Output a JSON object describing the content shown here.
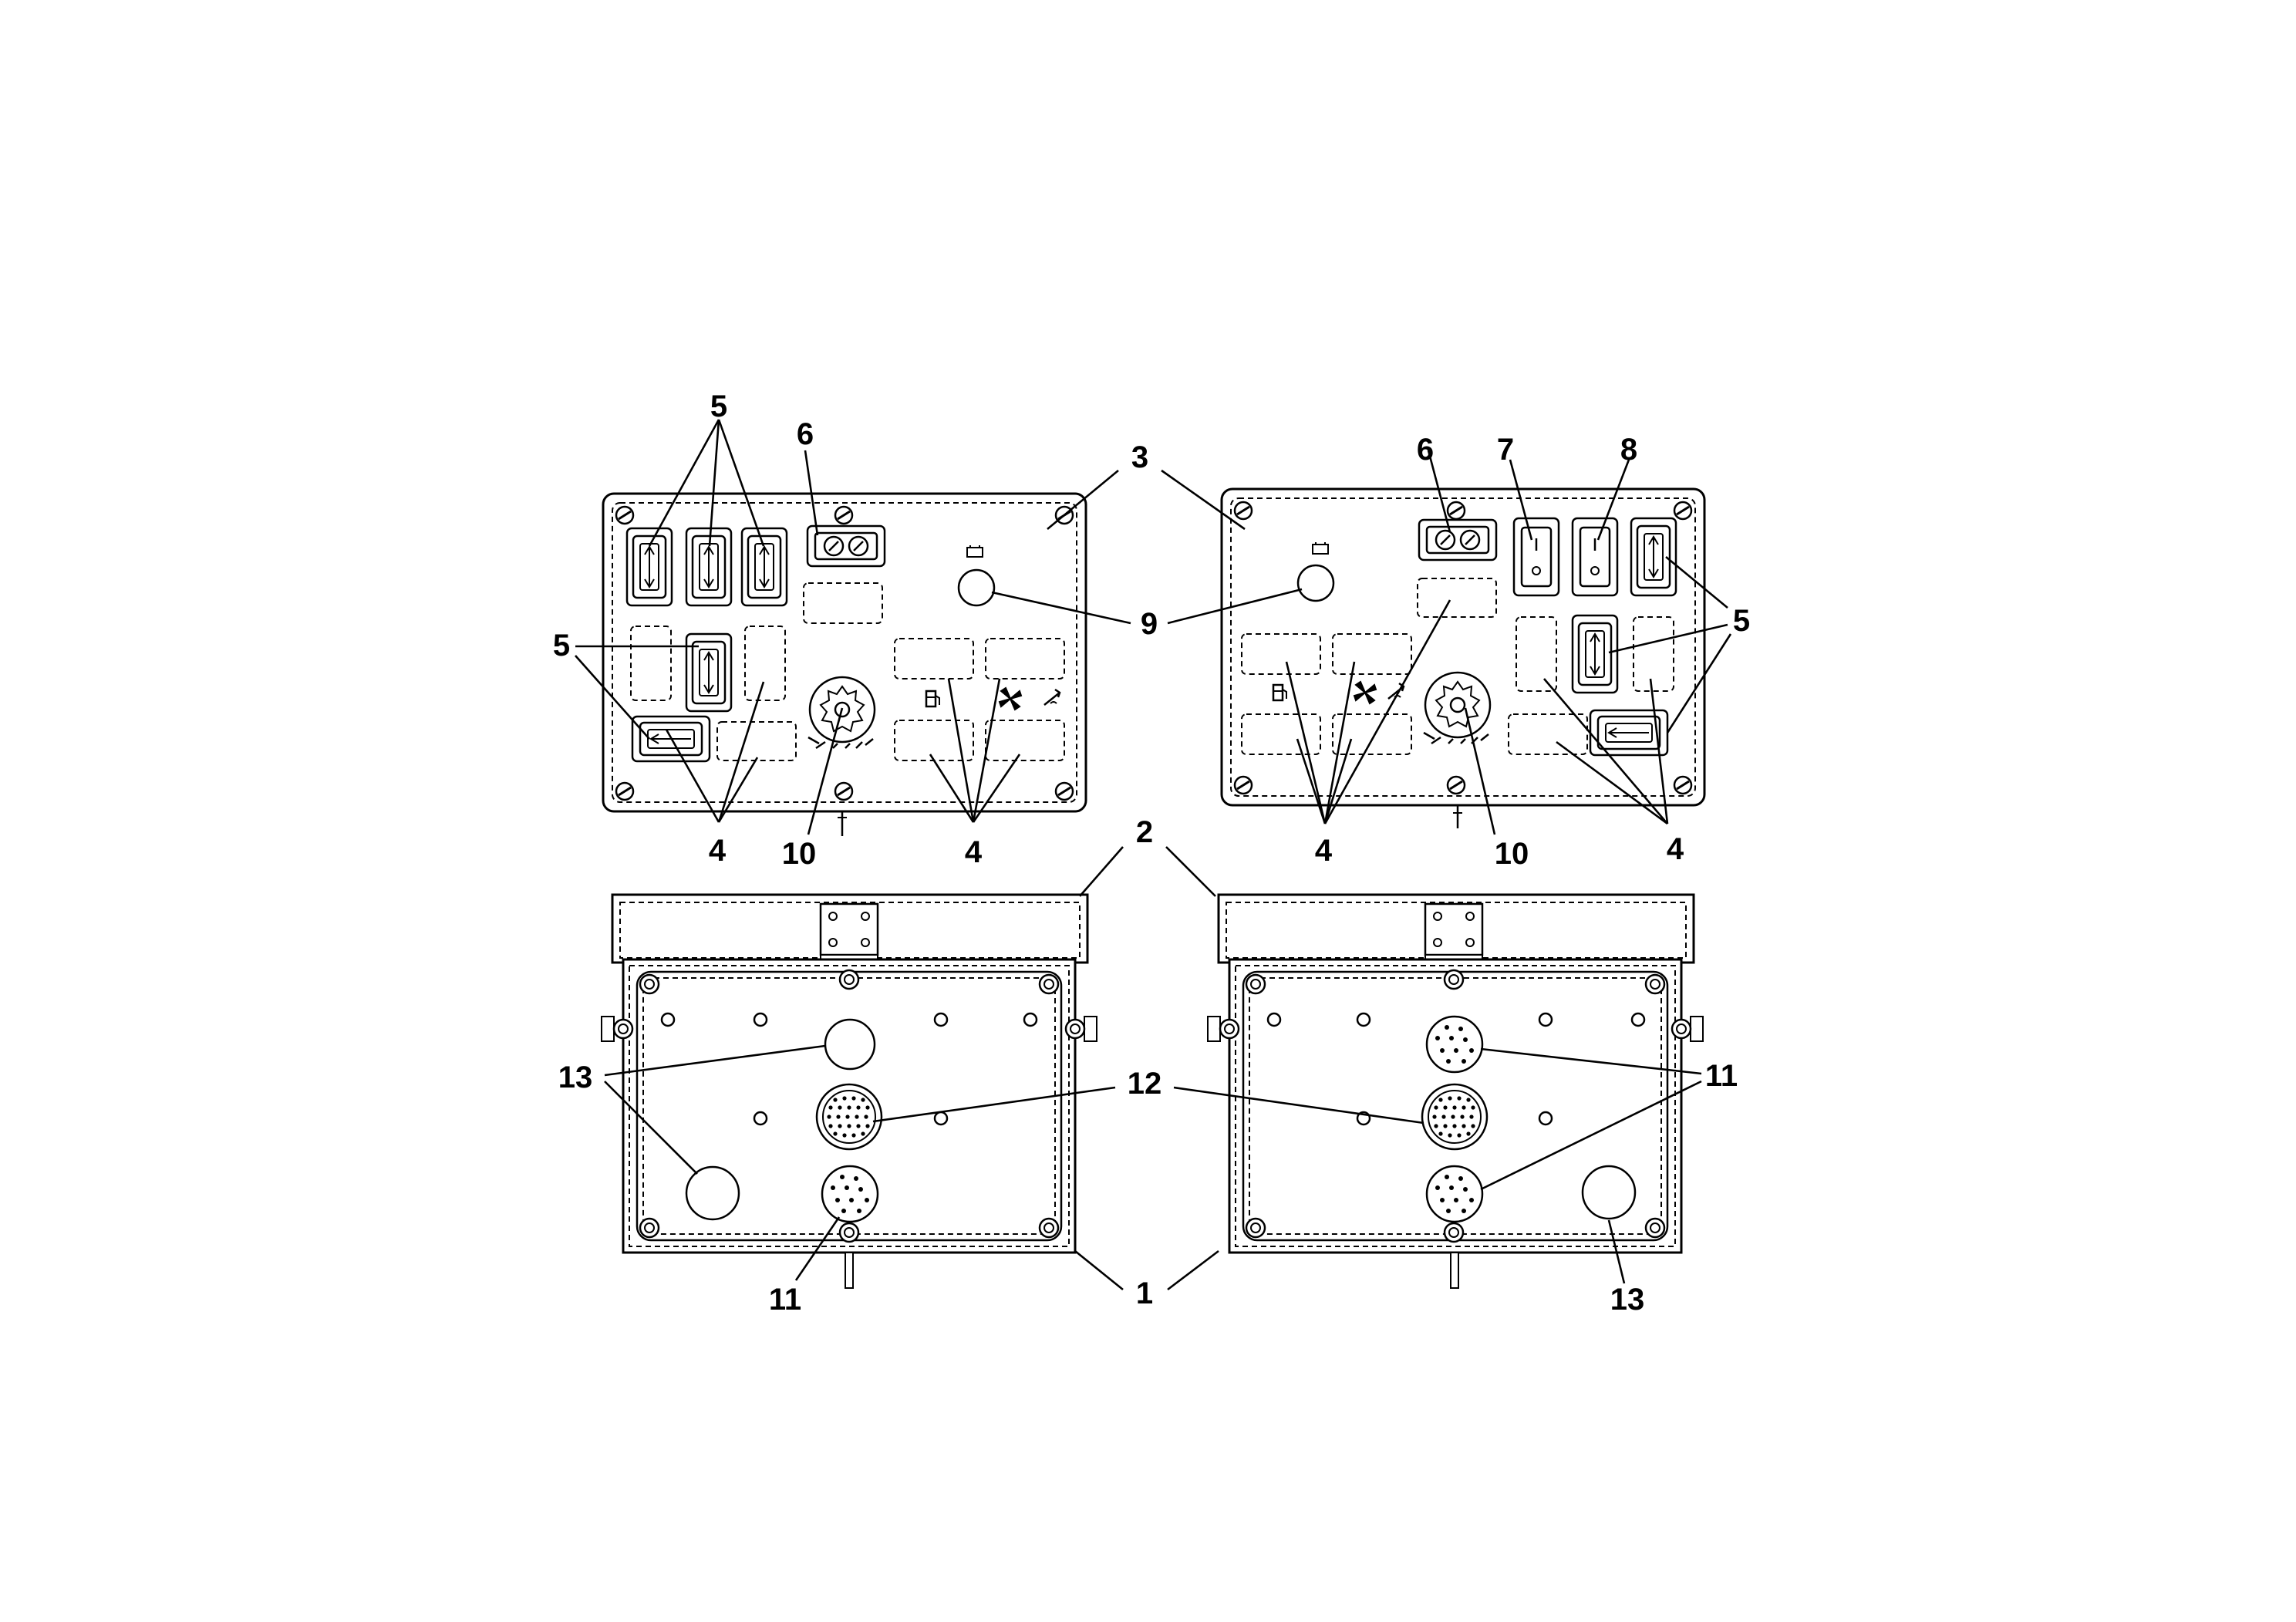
{
  "figure": {
    "labels": {
      "c1": "1",
      "c2": "2",
      "c3": "3",
      "c4": "4",
      "c5": "5",
      "c6": "6",
      "c7": "7",
      "c8": "8",
      "c9": "9",
      "c10": "10",
      "c11": "11",
      "c12": "12",
      "c13": "13"
    },
    "views": [
      "left-control-panel-front",
      "right-control-panel-front",
      "left-control-box-rear",
      "right-control-box-rear"
    ],
    "icons": {
      "fuel": "fuel-pump-icon",
      "fan": "fan-icon",
      "battery": "battery-icon",
      "rotary": "rotary-selector-icon"
    },
    "colors": {
      "line": "#000000",
      "background": "#ffffff"
    }
  }
}
